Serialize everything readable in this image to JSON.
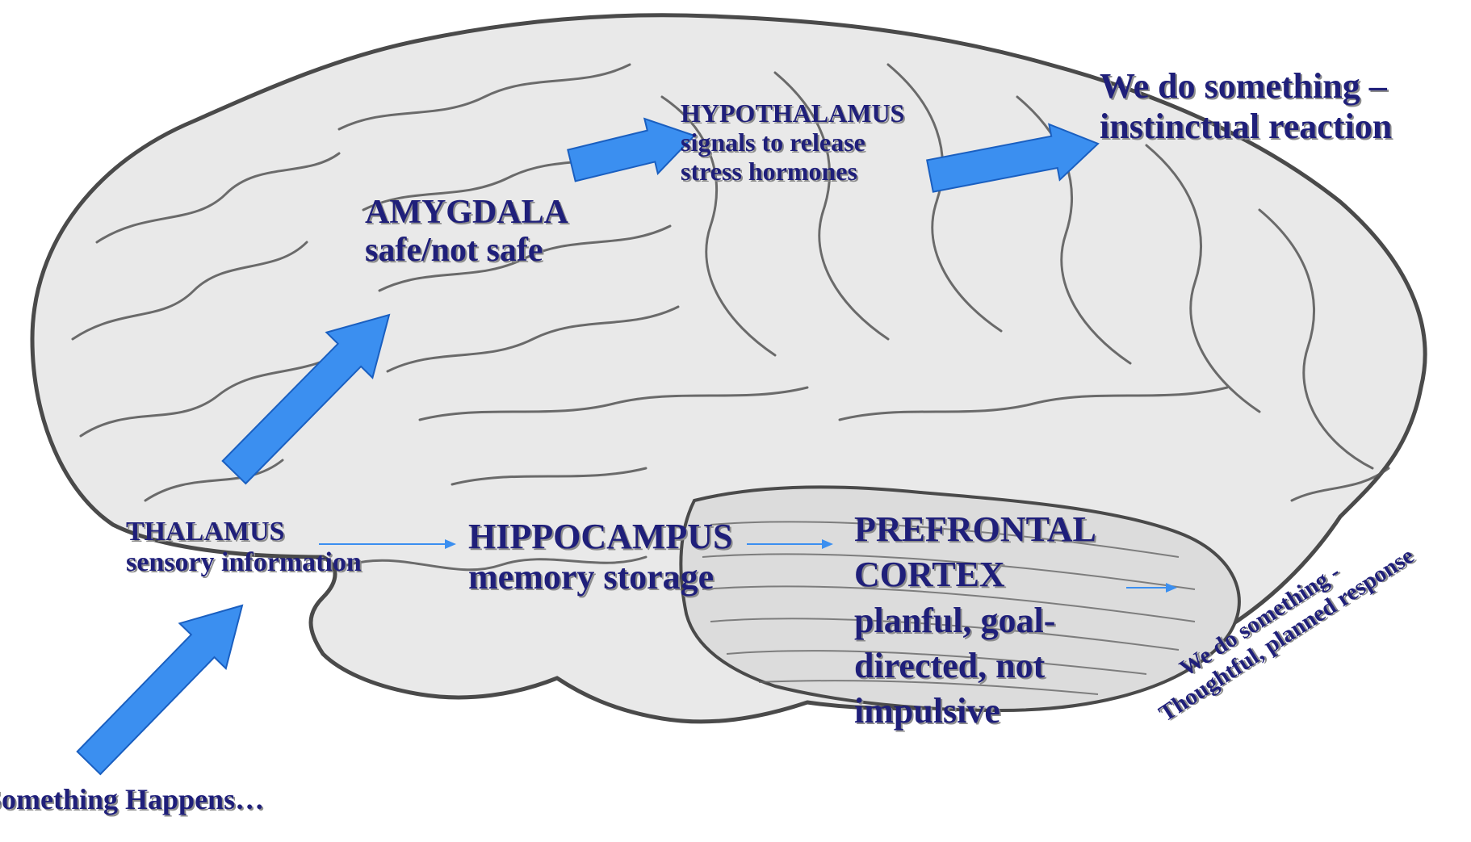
{
  "labels": {
    "something_happens": "Something Happens…",
    "thalamus": {
      "title": "THALAMUS",
      "desc": "sensory information"
    },
    "amygdala": {
      "title": "AMYGDALA",
      "desc": "safe/not safe"
    },
    "hypothalamus": {
      "title": "HYPOTHALAMUS",
      "line2": "signals to release",
      "line3": "stress hormones"
    },
    "instinctual": {
      "line1": "We do something –",
      "line2": "instinctual reaction"
    },
    "hippocampus": {
      "title": "HIPPOCAMPUS",
      "desc": "memory storage"
    },
    "prefrontal": {
      "line1": "PREFRONTAL",
      "line2": "CORTEX",
      "line3": "planful, goal-",
      "line4": "directed, not",
      "line5": "impulsive"
    },
    "thoughtful": {
      "line1": "We do something -",
      "line2": "Thoughtful, planned response"
    }
  },
  "colors": {
    "text": "#1f1f7a",
    "arrow_fill": "#3b8ff0",
    "arrow_stroke": "#1a5fc0",
    "thin_arrow": "#3b8ff0",
    "brain_fill": "#e9e9e9",
    "brain_line": "#4a4a4a"
  }
}
